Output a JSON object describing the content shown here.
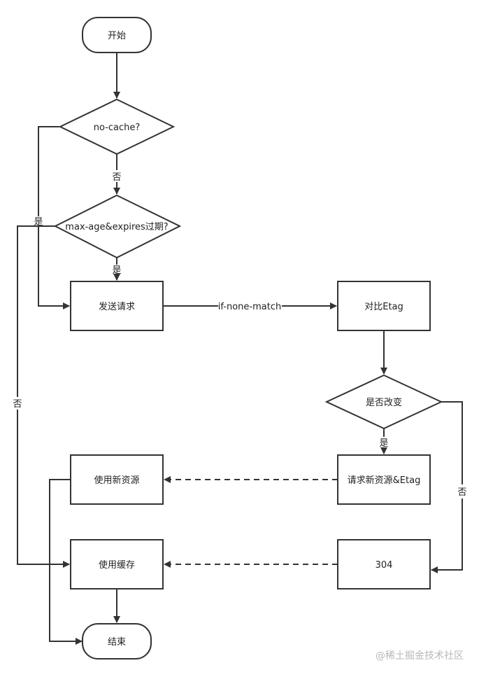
{
  "nodes": {
    "start": "开始",
    "no_cache": "no-cache?",
    "max_age": "max-age&expires过期?",
    "send_request": "发送请求",
    "compare_etag": "对比Etag",
    "changed": "是否改变",
    "request_new": "请求新资源&Etag",
    "use_new": "使用新资源",
    "use_cache": "使用缓存",
    "status_304": "304",
    "end": "结束"
  },
  "edges": {
    "no_cache_no": "否",
    "no_cache_yes": "是",
    "max_age_yes": "是",
    "max_age_no": "否",
    "if_none_match": "if-none-match",
    "changed_yes": "是",
    "changed_no": "否"
  },
  "watermark": "@稀土掘金技术社区"
}
